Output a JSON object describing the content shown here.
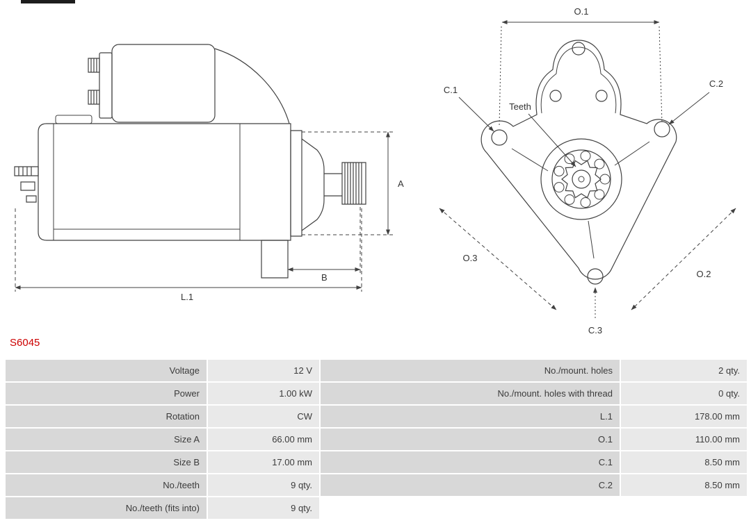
{
  "part_number": "S6045",
  "colors": {
    "part_number_red": "#cc0000",
    "table_label_bg": "#d8d8d8",
    "table_value_bg": "#e9e9e9",
    "line_color": "#414141"
  },
  "diagram": {
    "labels": {
      "L1": "L.1",
      "A": "A",
      "B": "B",
      "O1": "O.1",
      "O2": "O.2",
      "O3": "O.3",
      "C1": "C.1",
      "C2": "C.2",
      "C3": "C.3",
      "teeth": "Teeth"
    }
  },
  "spec_table": {
    "rows": [
      {
        "l1": "Voltage",
        "v1": "12 V",
        "l2": "No./mount. holes",
        "v2": "2 qty."
      },
      {
        "l1": "Power",
        "v1": "1.00 kW",
        "l2": "No./mount. holes with thread",
        "v2": "0 qty."
      },
      {
        "l1": "Rotation",
        "v1": "CW",
        "l2": "L.1",
        "v2": "178.00 mm"
      },
      {
        "l1": "Size A",
        "v1": "66.00 mm",
        "l2": "O.1",
        "v2": "110.00 mm"
      },
      {
        "l1": "Size B",
        "v1": "17.00 mm",
        "l2": "C.1",
        "v2": "8.50 mm"
      },
      {
        "l1": "No./teeth",
        "v1": "9 qty.",
        "l2": "C.2",
        "v2": "8.50 mm"
      },
      {
        "l1": "No./teeth (fits into)",
        "v1": "9 qty.",
        "l2": "",
        "v2": ""
      }
    ]
  }
}
